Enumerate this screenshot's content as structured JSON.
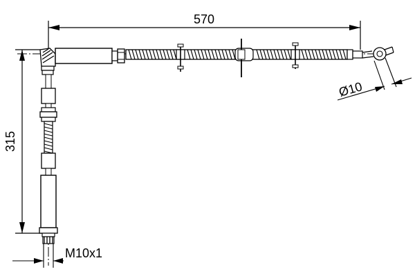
{
  "drawing": {
    "dimensions": {
      "length_horizontal": "570",
      "length_vertical": "315",
      "eye_diameter": "Ø10",
      "thread": "M10x1"
    },
    "colors": {
      "line": "#000000",
      "background": "#ffffff"
    }
  }
}
